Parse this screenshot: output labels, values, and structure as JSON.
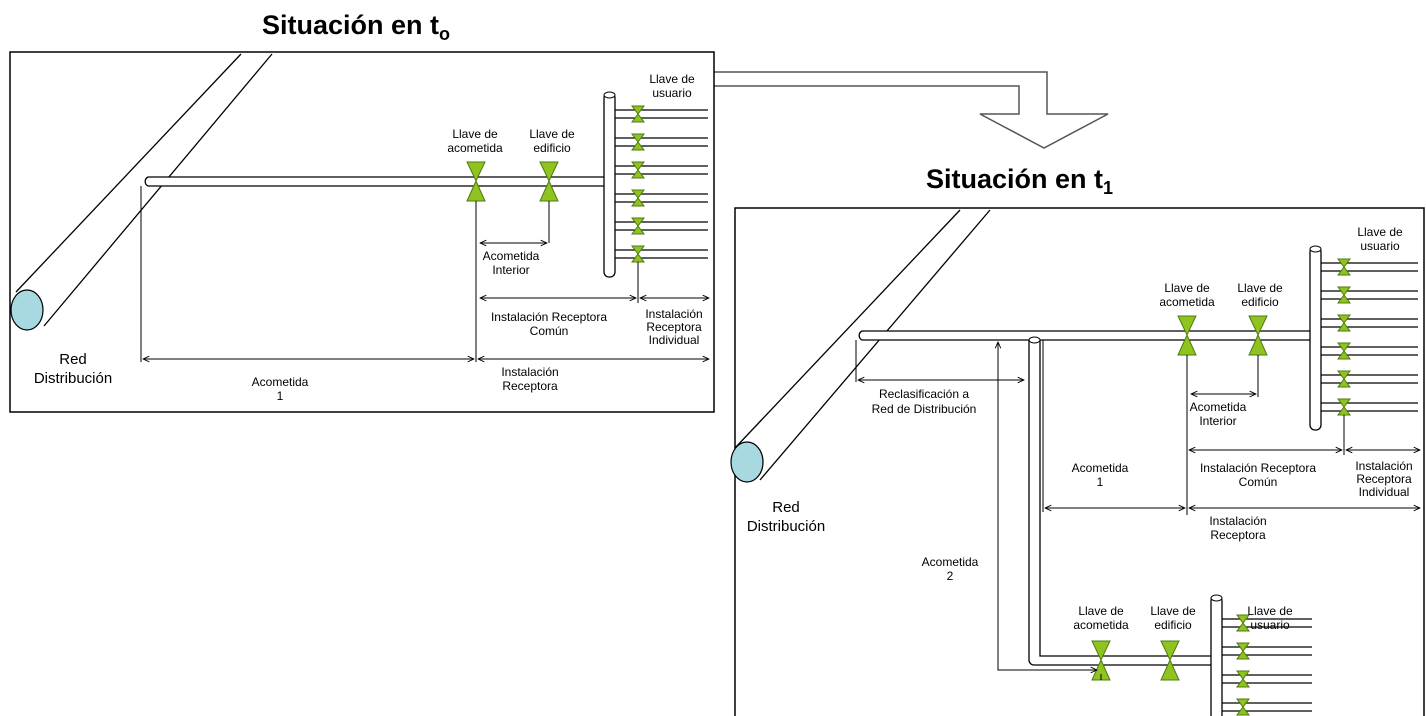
{
  "colors": {
    "valve": "#8fc31f",
    "valve_stroke": "#4f7a10",
    "pipe_end": "#a8d8e0",
    "line": "#000000"
  },
  "title_t0": {
    "text": "Situación en t",
    "sub": "o"
  },
  "title_t1": {
    "text": "Situación en t",
    "sub": "1"
  },
  "panel_t0": {
    "labels": {
      "llave_usuario": [
        "Llave de",
        "usuario"
      ],
      "llave_acometida": [
        "Llave de",
        "acometida"
      ],
      "llave_edificio": [
        "Llave de",
        "edificio"
      ],
      "acometida_interior": [
        "Acometida",
        "Interior"
      ],
      "receptora_comun": [
        "Instalación Receptora",
        "Común"
      ],
      "receptora_individual": [
        "Instalación",
        "Receptora",
        "Individual"
      ],
      "red": [
        "Red",
        "Distribución"
      ],
      "acometida": [
        "Acometida",
        "1"
      ],
      "receptora": [
        "Instalación",
        "Receptora"
      ]
    }
  },
  "panel_t1": {
    "labels": {
      "llave_usuario": [
        "Llave de",
        "usuario"
      ],
      "llave_acometida": [
        "Llave de",
        "acometida"
      ],
      "llave_edificio": [
        "Llave de",
        "edificio"
      ],
      "acometida_interior": [
        "Acometida",
        "Interior"
      ],
      "reclasificacion": [
        "Reclasificación a",
        "Red de Distribución"
      ],
      "receptora_comun": [
        "Instalación Receptora",
        "Común"
      ],
      "receptora_individual": [
        "Instalación",
        "Receptora",
        "Individual"
      ],
      "red": [
        "Red",
        "Distribución"
      ],
      "acometida1": [
        "Acometida",
        "1"
      ],
      "receptora": [
        "Instalación",
        "Receptora"
      ],
      "acometida2": [
        "Acometida",
        "2"
      ],
      "llave_acometida2": [
        "Llave de",
        "acometida"
      ],
      "llave_edificio2": [
        "Llave de",
        "edificio"
      ],
      "llave_usuario2": [
        "Llave de",
        "usuario"
      ]
    }
  }
}
